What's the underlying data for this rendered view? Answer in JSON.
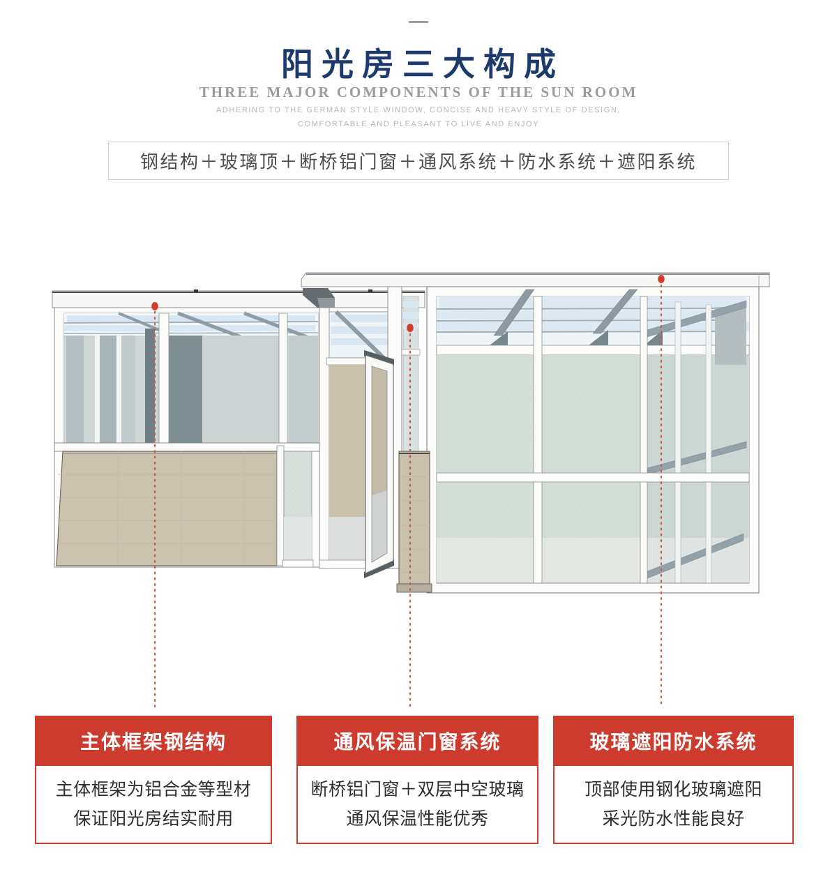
{
  "header": {
    "title": "阳光房三大构成",
    "subtitle_en": "THREE MAJOR COMPONENTS OF THE SUN ROOM",
    "tagline_line1": "ADHERING TO THE GERMAN STYLE WINDOW, CONCISE AND HEAVY STYLE OF DESIGN,",
    "tagline_line2": "COMFORTABLE AND PLEASANT TO LIVE AND ENJOY"
  },
  "formula": {
    "text": "钢结构＋玻璃顶＋断桥铝门窗＋通风系统＋防水系统＋遮阳系统"
  },
  "illustration": {
    "markers": [
      {
        "icon": "marker-dot-icon",
        "points_to": "主体框架钢结构"
      },
      {
        "icon": "marker-dot-icon",
        "points_to": "通风保温门窗系统"
      },
      {
        "icon": "marker-dot-icon",
        "points_to": "玻璃遮阳防水系统"
      }
    ]
  },
  "callouts": [
    {
      "title": "主体框架钢结构",
      "line1": "主体框架为铝合金等型材",
      "line2": "保证阳光房结实耐用"
    },
    {
      "title": "通风保温门窗系统",
      "line1": "断桥铝门窗＋双层中空玻璃",
      "line2": "通风保温性能优秀"
    },
    {
      "title": "玻璃遮阳防水系统",
      "line1": "顶部使用钢化玻璃遮阳",
      "line2": "采光防水性能良好"
    }
  ],
  "colors": {
    "accent_red": "#cd3b2f",
    "marker_red": "#d63b2a",
    "title_navy": "#1c3a6e",
    "subtitle_gray": "#9b9b9b",
    "wall_tan": "#cbc2b0",
    "glass_green": "#d6dfda",
    "sky_blue": "#d8e7f1",
    "frame_white": "#fbfbfa"
  }
}
